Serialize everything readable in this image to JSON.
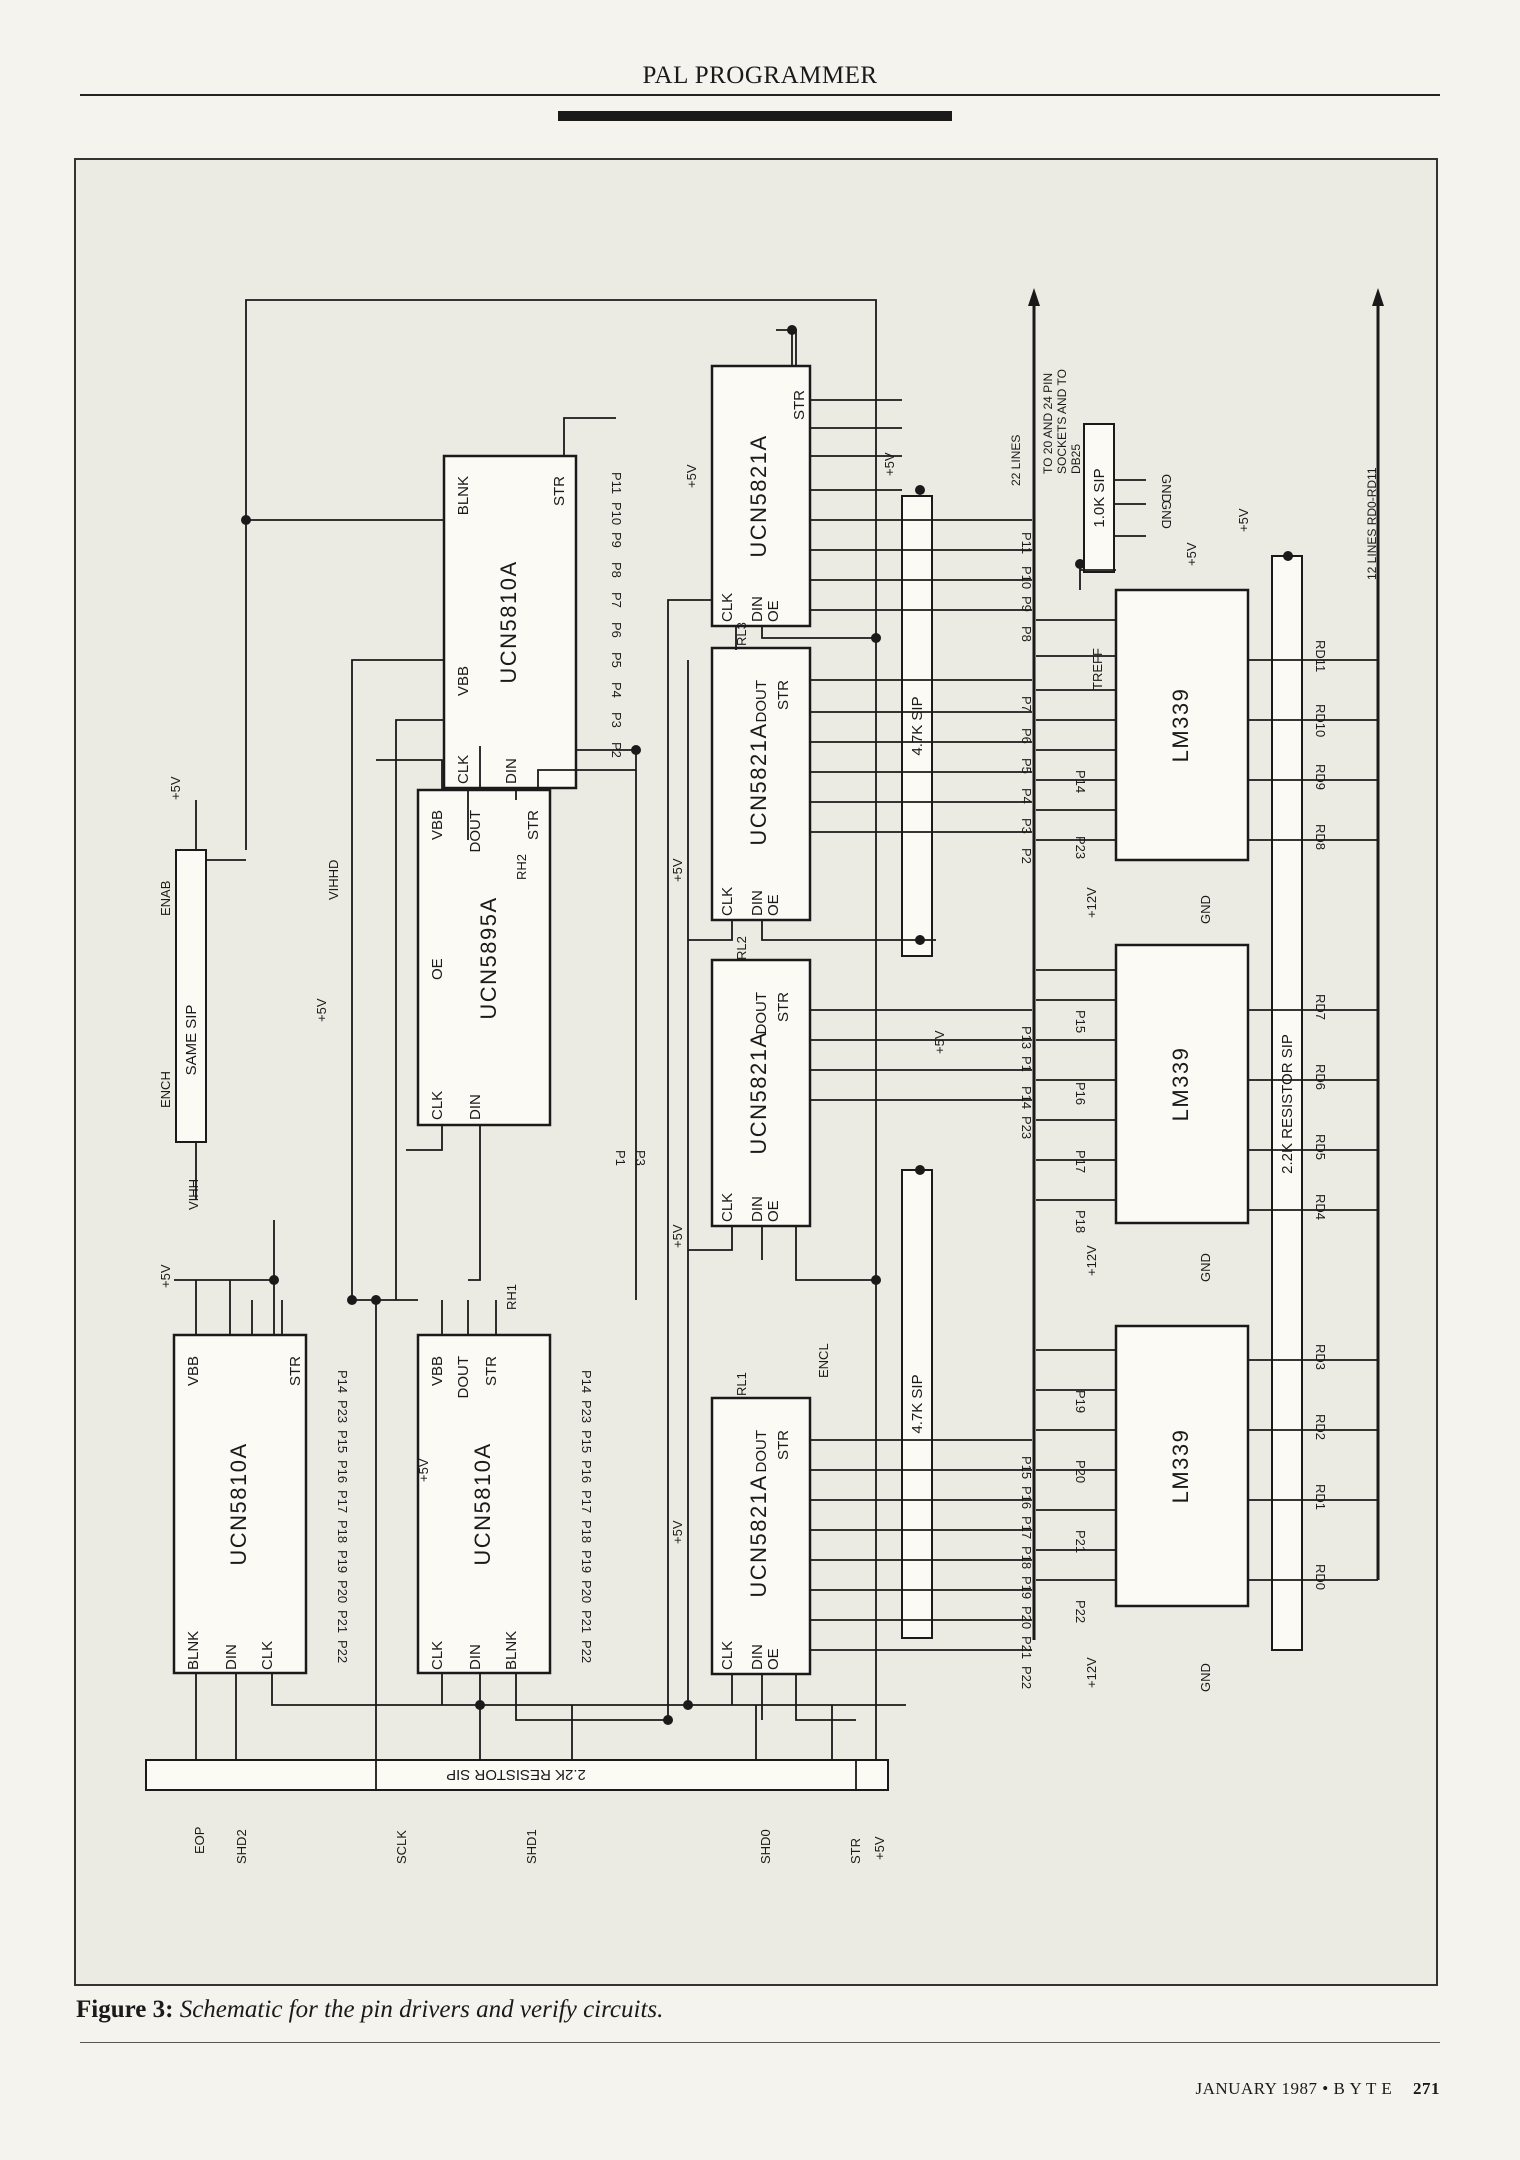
{
  "header": {
    "running_head": "PAL PROGRAMMER"
  },
  "figure": {
    "chips": {
      "ucn5810_a": "UCN5810A",
      "ucn5810_b": "UCN5810A",
      "ucn5810_c": "UCN5810A",
      "ucn5895": "UCN5895A",
      "ucn5821_1": "UCN5821A",
      "ucn5821_2": "UCN5821A",
      "ucn5821_3": "UCN5821A",
      "ucn5821_4": "UCN5821A",
      "lm339_1": "LM339",
      "lm339_2": "LM339",
      "lm339_3": "LM339"
    },
    "sips": {
      "same_sip": "SAME SIP",
      "resistor_top": "2.2K RESISTOR SIP",
      "resistor_bottom": "2.2K RESISTOR SIP",
      "sip_47k_1": "4.7K SIP",
      "sip_47k_2": "4.7K SIP",
      "sip_10k": "1.0K SIP"
    },
    "pins": {
      "vbb": "VBB",
      "blnk": "BLNK",
      "din": "DIN",
      "clk": "CLK",
      "str": "STR",
      "dout": "DOUT",
      "oe": "OE"
    },
    "rails": {
      "p5v": "+5V",
      "p12v": "+12V",
      "gnd": "GND",
      "vihh": "VIHHD",
      "vihh2": "VIHH"
    },
    "signals": {
      "enab": "ENAB",
      "ench": "ENCH",
      "eop": "EOP",
      "shd2": "SHD2",
      "sclk": "SCLK",
      "shd1": "SHD1",
      "shd0": "SHD0",
      "str": "STR",
      "encl": "ENCL",
      "treff": "TREFF",
      "rh1": "RH1",
      "rh2": "RH2",
      "rl1": "RL1",
      "rl2": "RL2",
      "rl3": "RL3"
    },
    "buses": {
      "lines22": "22 LINES",
      "sockets_1": "TO 20 AND 24 PIN",
      "sockets_2": "SOCKETS AND TO",
      "sockets_3": "DB25",
      "lines12": "12 LINES RD0-RD11"
    },
    "pdrive_top": [
      "P11",
      "P10",
      "P9",
      "P8",
      "P7",
      "P6",
      "P5",
      "P4",
      "P3",
      "P2"
    ],
    "pdrive_mid": [
      "P13",
      "P1",
      "P14",
      "P23"
    ],
    "pdrive_bot": [
      "P15",
      "P16",
      "P17",
      "P18",
      "P19",
      "P20",
      "P21",
      "P22"
    ],
    "pmid_comp": [
      "P14",
      "P23",
      "P15",
      "P16",
      "P17",
      "P18",
      "P19",
      "P20",
      "P21",
      "P22"
    ],
    "rd": [
      "RD11",
      "RD10",
      "RD9",
      "RD8",
      "RD7",
      "RD6",
      "RD5",
      "RD4",
      "RD3",
      "RD2",
      "RD1",
      "RD0"
    ],
    "u5895_out": [
      "P3",
      "P1"
    ],
    "u5810c_out": [
      "P11",
      "P10",
      "P9",
      "P8",
      "P7",
      "P6",
      "P5",
      "P4",
      "P3",
      "P2"
    ],
    "u5810_left_out": [
      "P14",
      "P23",
      "P15",
      "P16",
      "P17",
      "P18",
      "P19",
      "P20",
      "P21",
      "P22"
    ]
  },
  "caption": {
    "label": "Figure 3:",
    "text": "Schematic for the pin drivers and verify circuits."
  },
  "footer": {
    "issue": "JANUARY 1987 • B Y T E",
    "page_number": "271"
  }
}
